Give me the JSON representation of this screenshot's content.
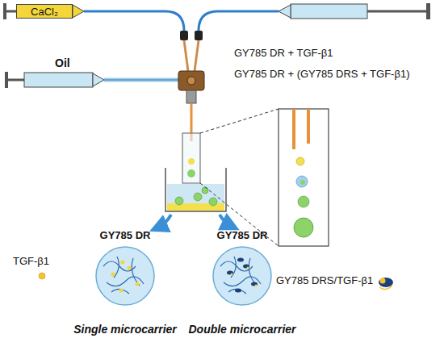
{
  "diagram": {
    "nodes": [
      {
        "text": [
          "CaCl₂"
        ]
      },
      {
        "text": [
          "GY785 DR",
          "Single microcarrier"
        ]
      },
      {
        "text": [
          "GY785 DR",
          "Double microcarrier"
        ]
      }
    ],
    "labels": [
      "GY785 DR + TGF-β1",
      "GY785 DR + (GY785 DRS + TGF-β1)",
      "Oil",
      "TGF-β1",
      "GY785 DRS/TGF-β1"
    ]
  }
}
